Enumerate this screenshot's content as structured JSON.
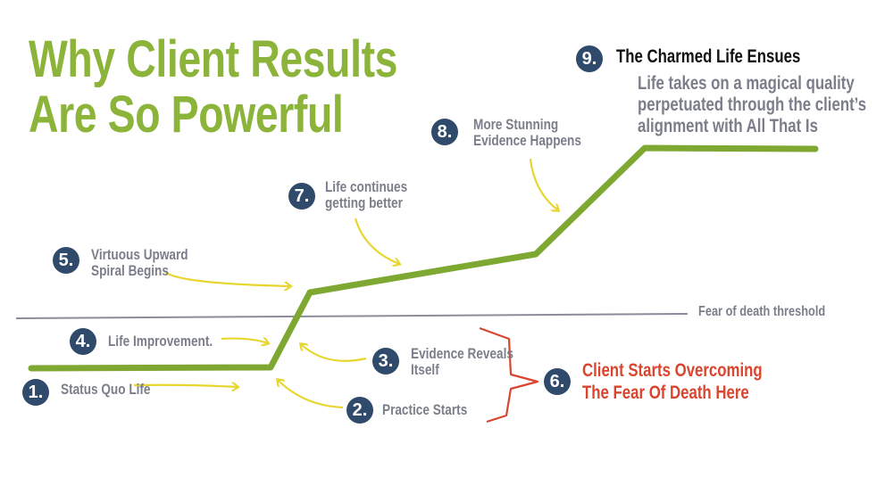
{
  "title": {
    "line1": "Why Client Results",
    "line2": "Are So Powerful"
  },
  "threshold_label": "Fear of death threshold",
  "steps": [
    {
      "num": "1.",
      "lines": [
        "Status Quo Life"
      ]
    },
    {
      "num": "2.",
      "lines": [
        "Practice Starts"
      ]
    },
    {
      "num": "3.",
      "lines": [
        "Evidence Reveals",
        "Itself"
      ]
    },
    {
      "num": "4.",
      "lines": [
        "Life Improvement."
      ]
    },
    {
      "num": "5.",
      "lines": [
        "Virtuous Upward",
        "Spiral Begins"
      ]
    },
    {
      "num": "6.",
      "lines": [
        "Client Starts Overcoming",
        "The Fear Of Death Here"
      ]
    },
    {
      "num": "7.",
      "lines": [
        "Life continues",
        "getting better"
      ]
    },
    {
      "num": "8.",
      "lines": [
        "More Stunning",
        "Evidence Happens"
      ]
    },
    {
      "num": "9.",
      "lines": [
        "The Charmed Life Ensues"
      ],
      "description": [
        "Life takes on a magical quality",
        "perpetuated through the client’s",
        "alignment with All That Is"
      ]
    }
  ],
  "colors": {
    "green": "#7ea832",
    "title_green": "#8cb43a",
    "navy": "#2f4a6b",
    "yellow": "#e8d630",
    "red": "#d9452e",
    "gray": "#8a8d99"
  }
}
